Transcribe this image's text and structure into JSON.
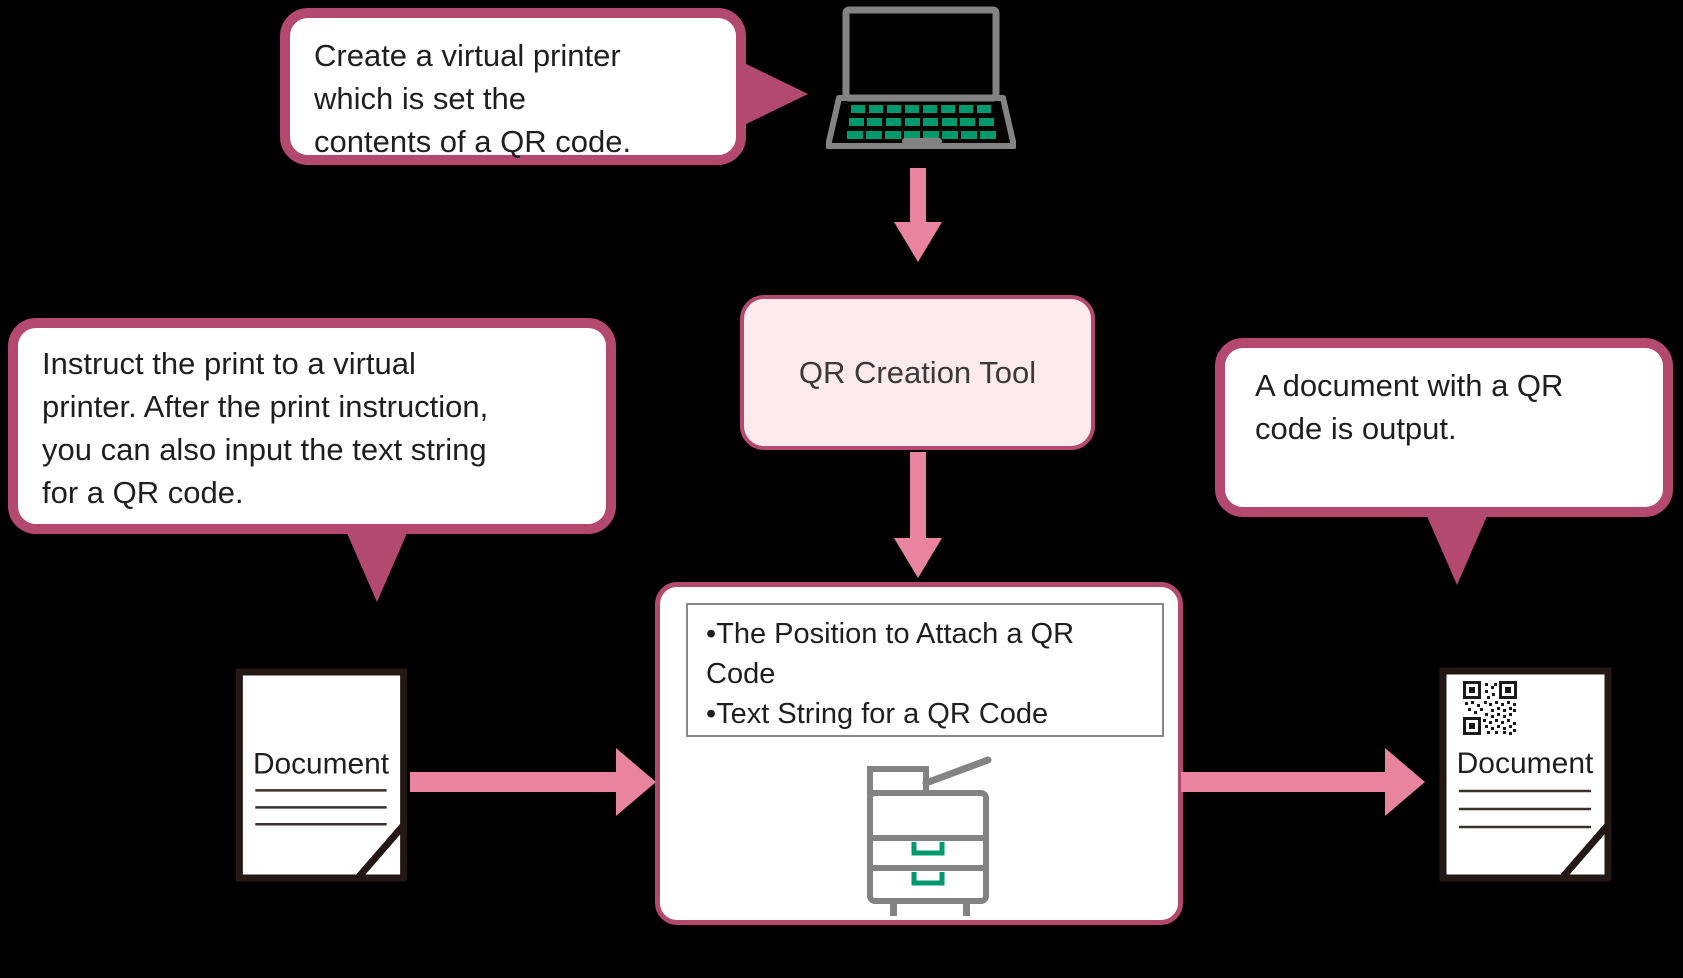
{
  "colors": {
    "accent-dark": "#b3496e",
    "accent-light": "#e8849e",
    "box-fill": "#fdeaef",
    "icon-gray": "#838383",
    "icon-green": "#00996e",
    "doc-border": "#231815",
    "text": "#1f1f1f"
  },
  "bubble_top": {
    "text": "Create a virtual printer which is set the contents of a QR code.",
    "lines": [
      "Create a virtual printer",
      "which is set the",
      "contents of a QR code."
    ]
  },
  "bubble_left": {
    "text": "Instruct the print to a virtual printer. After the print instruction, you can also input the text string for a QR code.",
    "lines": [
      "Instruct the print to a virtual",
      "printer. After the print instruction,",
      "you can also input the text string",
      "for a QR code."
    ]
  },
  "bubble_right": {
    "text": "A document with a QR code is output.",
    "lines": [
      "A document with a QR",
      "code is output."
    ]
  },
  "qr_tool": {
    "label": "QR Creation Tool"
  },
  "printer_box": {
    "bullets": [
      "•The Position to Attach a QR Code",
      "•Text String for a QR Code"
    ],
    "bullet_lines": [
      "•The Position to Attach a QR",
      "Code",
      "•Text String for a QR Code"
    ]
  },
  "doc_input": {
    "label": "Document"
  },
  "doc_output": {
    "label": "Document"
  },
  "icons": {
    "laptop-icon": "gray laptop with green keyboard keys",
    "printer-icon": "gray multifunction printer with green drawer handles",
    "document-icon": "white page with folded corner and text lines",
    "qr-code-icon": "black-and-white QR code square"
  }
}
